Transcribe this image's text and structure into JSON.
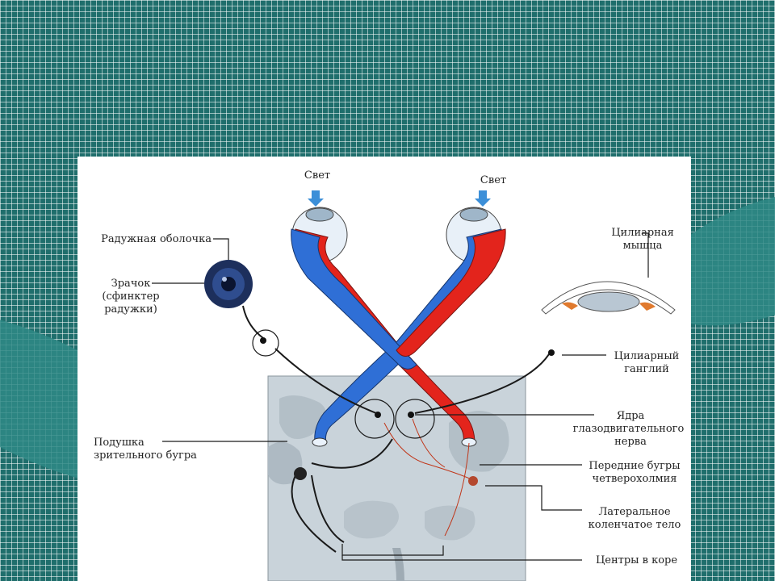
{
  "labels": {
    "light_left": "Свет",
    "light_right": "Свет",
    "iris": "Радужная оболочка",
    "pupil_1": "Зрачок",
    "pupil_2": "(сфинктер",
    "pupil_3": "радужки)",
    "ciliary_muscle_1": "Цилиарная",
    "ciliary_muscle_2": "мышца",
    "ciliary_ganglion_1": "Цилиарный",
    "ciliary_ganglion_2": "ганглий",
    "nuclei_1": "Ядра",
    "nuclei_2": "глазодвигательного",
    "nuclei_3": "нерва",
    "pulvinar_1": "Подушка",
    "pulvinar_2": "зрительного бугра",
    "colliculi_1": "Передние бугры",
    "colliculi_2": "четверохолмия",
    "lgb_1": "Латеральное",
    "lgb_2": "коленчатое тело",
    "cortex": "Центры в коре"
  },
  "colors": {
    "background": "#1f6e6c",
    "nerve_blue": "#2f6fd6",
    "nerve_red": "#e3241c",
    "brain_gray": "#c9d3da",
    "line": "#1a1a1a"
  }
}
